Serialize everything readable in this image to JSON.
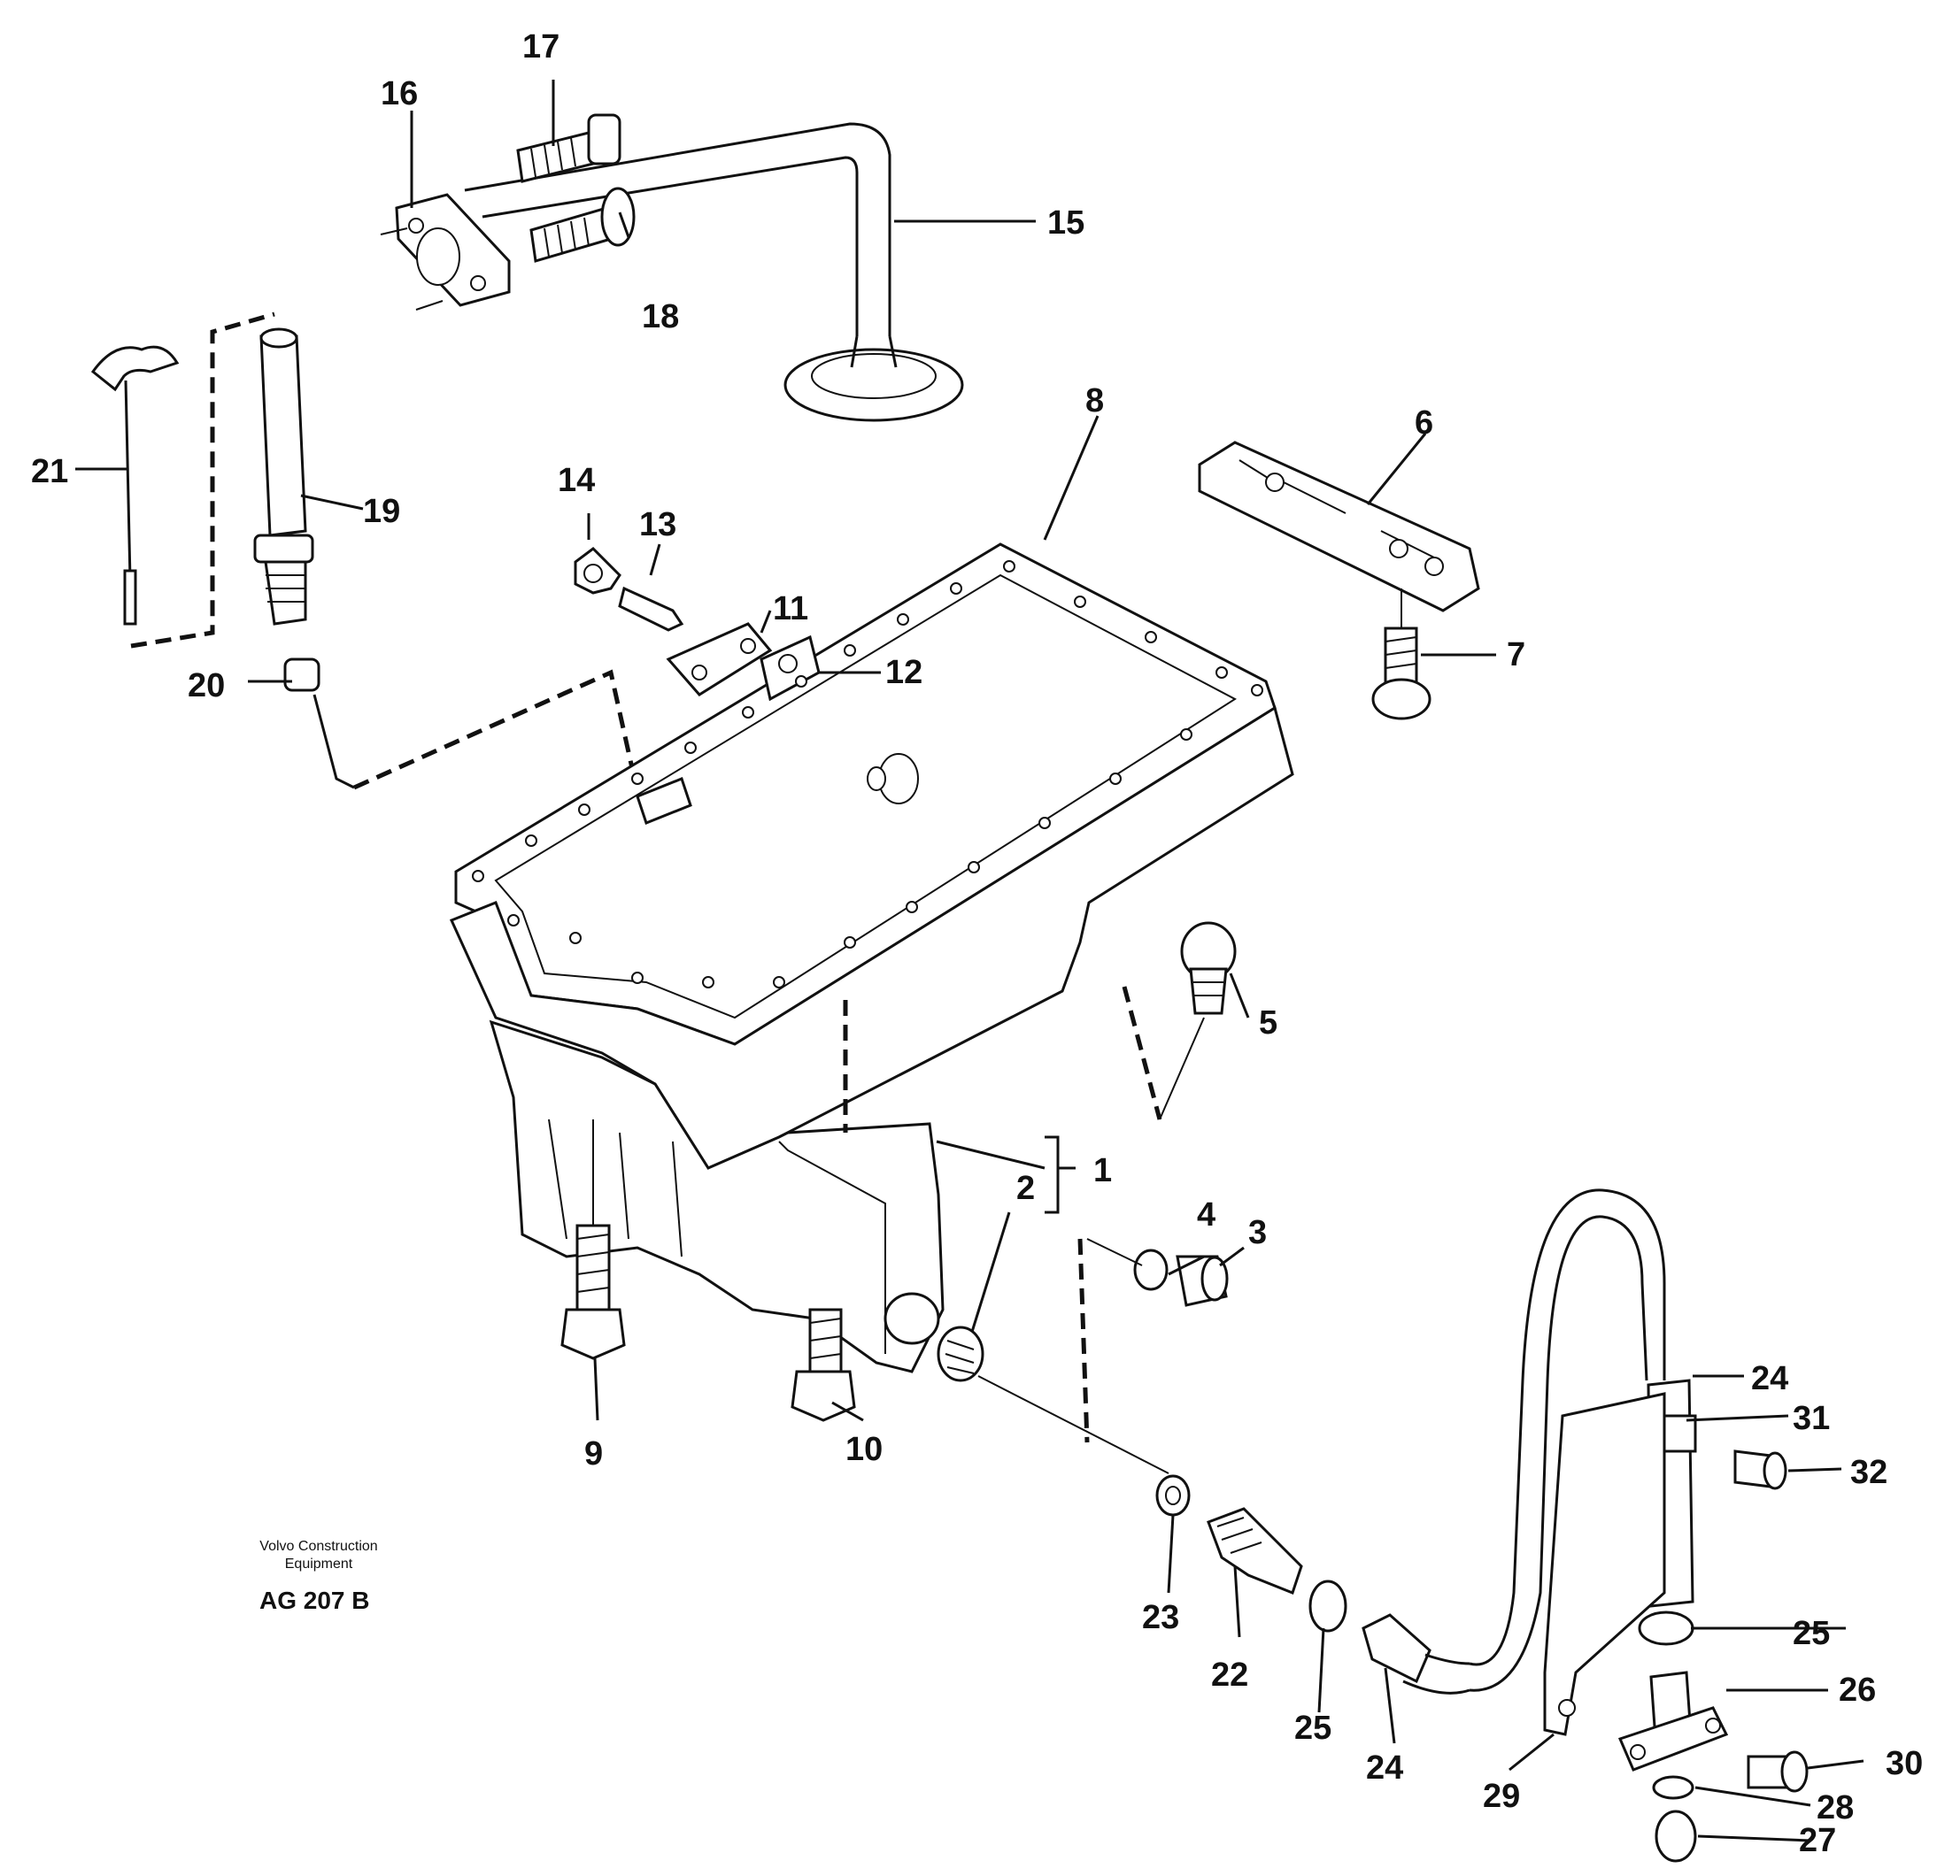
{
  "figure": {
    "company_line1": "Volvo Construction",
    "company_line2": "Equipment",
    "drawing_code": "AG 207 B"
  },
  "callouts": [
    "1",
    "2",
    "3",
    "4",
    "5",
    "6",
    "7",
    "8",
    "9",
    "10",
    "11",
    "12",
    "13",
    "14",
    "15",
    "16",
    "17",
    "18",
    "19",
    "20",
    "21",
    "22",
    "23",
    "24",
    "24",
    "25",
    "25",
    "26",
    "27",
    "28",
    "29",
    "30",
    "31",
    "32"
  ]
}
